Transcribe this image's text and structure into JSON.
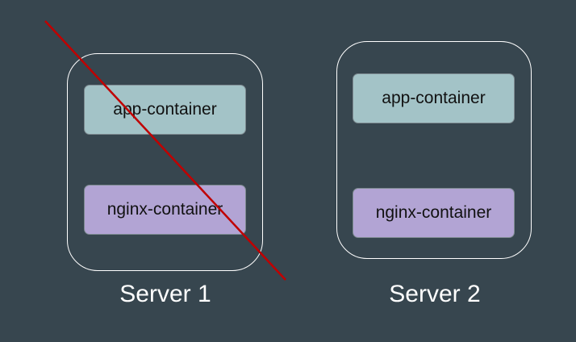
{
  "servers": [
    {
      "label": "Server 1",
      "containers": [
        "app-container",
        "nginx-container"
      ],
      "crossed_out": true
    },
    {
      "label": "Server 2",
      "containers": [
        "app-container",
        "nginx-container"
      ],
      "crossed_out": false
    }
  ],
  "colors": {
    "background": "#37464f",
    "server_border": "#ffffff",
    "app_container": "#a3c3c7",
    "nginx_container": "#b2a4d4",
    "strike_line": "#c00000"
  }
}
